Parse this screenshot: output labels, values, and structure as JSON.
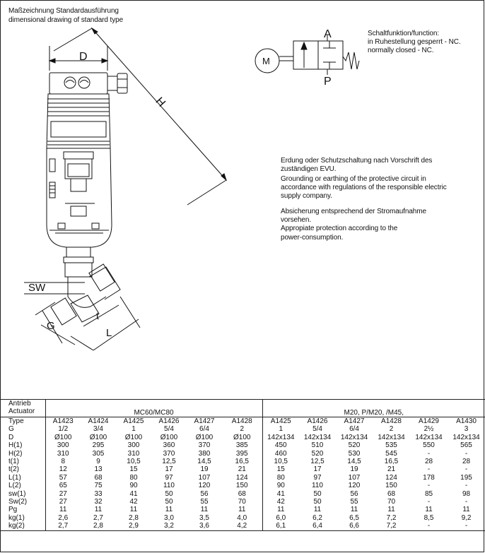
{
  "header": {
    "title_de": "Maßzeichnung Standardausführung",
    "title_en": "dimensional drawing of standard type"
  },
  "drawing": {
    "dim_d": "D",
    "dim_h": "H",
    "dim_sw": "SW",
    "dim_g": "G",
    "dim_l": "L",
    "dim_t": "t"
  },
  "symbol": {
    "port_a": "A",
    "port_p": "P",
    "motor": "M",
    "function_label": "Schaltfunktion/function:",
    "function_de": "in Ruhestellung gesperrt - NC.",
    "function_en": "normally closed - NC."
  },
  "notes": {
    "earthing": [
      "Erdung oder Schutzschaltung nach Vorschrift des",
      "zuständigen EVU.",
      "Grounding or earthing of the protective circuit in",
      "accordance with regulations of the responsible electric",
      "supply company."
    ],
    "fusing": [
      "Absicherung entsprechend der Stromaufnahme",
      "vorsehen.",
      "Appropiate protection according to the",
      "power-consumption."
    ]
  },
  "table": {
    "head_de": "Antrieb",
    "head_en": "Actuator",
    "group1": "MC60/MC80",
    "group2": "M20, P/M20, /M45,",
    "rows": [
      {
        "label": "Type",
        "g1": [
          "A1423",
          "A1424",
          "A1425",
          "A1426",
          "A1427",
          "A1428"
        ],
        "g2": [
          "A1425",
          "A1426",
          "A1427",
          "A1428",
          "A1429",
          "A1430"
        ]
      },
      {
        "label": "G",
        "g1": [
          "1/2",
          "3/4",
          "1",
          "5/4",
          "6/4",
          "2"
        ],
        "g2": [
          "1",
          "5/4",
          "6/4",
          "2",
          "2½",
          "3"
        ]
      },
      {
        "label": "D",
        "g1": [
          "Ø100",
          "Ø100",
          "Ø100",
          "Ø100",
          "Ø100",
          "Ø100"
        ],
        "g2": [
          "142x134",
          "142x134",
          "142x134",
          "142x134",
          "142x134",
          "142x134"
        ]
      },
      {
        "label": "H(1)",
        "g1": [
          "300",
          "295",
          "300",
          "360",
          "370",
          "385"
        ],
        "g2": [
          "450",
          "510",
          "520",
          "535",
          "550",
          "565"
        ]
      },
      {
        "label": "H(2)",
        "g1": [
          "310",
          "305",
          "310",
          "370",
          "380",
          "395"
        ],
        "g2": [
          "460",
          "520",
          "530",
          "545",
          "-",
          "-"
        ]
      },
      {
        "label": "t(1)",
        "g1": [
          "8",
          "9",
          "10,5",
          "12,5",
          "14,5",
          "16,5"
        ],
        "g2": [
          "10,5",
          "12,5",
          "14,5",
          "16,5",
          "28",
          "28"
        ]
      },
      {
        "label": "t(2)",
        "g1": [
          "12",
          "13",
          "15",
          "17",
          "19",
          "21"
        ],
        "g2": [
          "15",
          "17",
          "19",
          "21",
          "-",
          "-"
        ]
      },
      {
        "label": "L(1)",
        "g1": [
          "57",
          "68",
          "80",
          "97",
          "107",
          "124"
        ],
        "g2": [
          "80",
          "97",
          "107",
          "124",
          "178",
          "195"
        ]
      },
      {
        "label": "L(2)",
        "g1": [
          "65",
          "75",
          "90",
          "110",
          "120",
          "150"
        ],
        "g2": [
          "90",
          "110",
          "120",
          "150",
          "-",
          "-"
        ]
      },
      {
        "label": "sw(1)",
        "g1": [
          "27",
          "33",
          "41",
          "50",
          "56",
          "68"
        ],
        "g2": [
          "41",
          "50",
          "56",
          "68",
          "85",
          "98"
        ]
      },
      {
        "label": "Sw(2)",
        "g1": [
          "27",
          "32",
          "42",
          "50",
          "55",
          "70"
        ],
        "g2": [
          "42",
          "50",
          "55",
          "70",
          "-",
          "-"
        ]
      },
      {
        "label": "Pg",
        "g1": [
          "11",
          "11",
          "11",
          "11",
          "11",
          "11"
        ],
        "g2": [
          "11",
          "11",
          "11",
          "11",
          "11",
          "11"
        ]
      },
      {
        "label": "kg(1)",
        "g1": [
          "2,6",
          "2,7",
          "2,8",
          "3,0",
          "3,5",
          "4,0"
        ],
        "g2": [
          "6,0",
          "6,2",
          "6,5",
          "7,2",
          "8,5",
          "9,2"
        ]
      },
      {
        "label": "kg(2)",
        "g1": [
          "2,7",
          "2,8",
          "2,9",
          "3,2",
          "3,6",
          "4,2"
        ],
        "g2": [
          "6,1",
          "6,4",
          "6,6",
          "7,2",
          "-",
          "-"
        ]
      }
    ]
  }
}
